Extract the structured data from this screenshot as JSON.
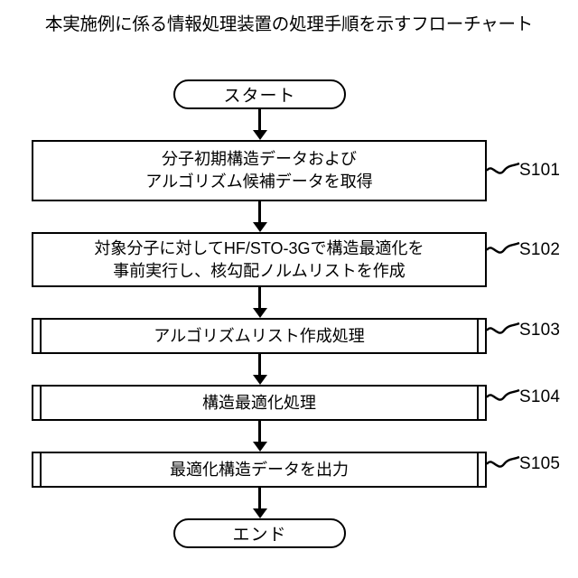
{
  "title": "本実施例に係る情報処理装置の処理手順を示すフローチャート",
  "colors": {
    "background": "#ffffff",
    "stroke": "#000000",
    "text": "#000000"
  },
  "flowchart": {
    "start": {
      "label": "スタート",
      "shape": "terminator"
    },
    "end": {
      "label": "エンド",
      "shape": "terminator"
    },
    "steps": [
      {
        "id": "S101",
        "shape": "process",
        "lines": [
          "分子初期構造データおよび",
          "アルゴリズム候補データを取得"
        ]
      },
      {
        "id": "S102",
        "shape": "process",
        "lines": [
          "対象分子に対してHF/STO-3Gで構造最適化を",
          "事前実行し、核勾配ノルムリストを作成"
        ]
      },
      {
        "id": "S103",
        "shape": "predefined-process",
        "lines": [
          "アルゴリズムリスト作成処理"
        ]
      },
      {
        "id": "S104",
        "shape": "predefined-process",
        "lines": [
          "構造最適化処理"
        ]
      },
      {
        "id": "S105",
        "shape": "predefined-process",
        "lines": [
          "最適化構造データを出力"
        ]
      }
    ]
  }
}
